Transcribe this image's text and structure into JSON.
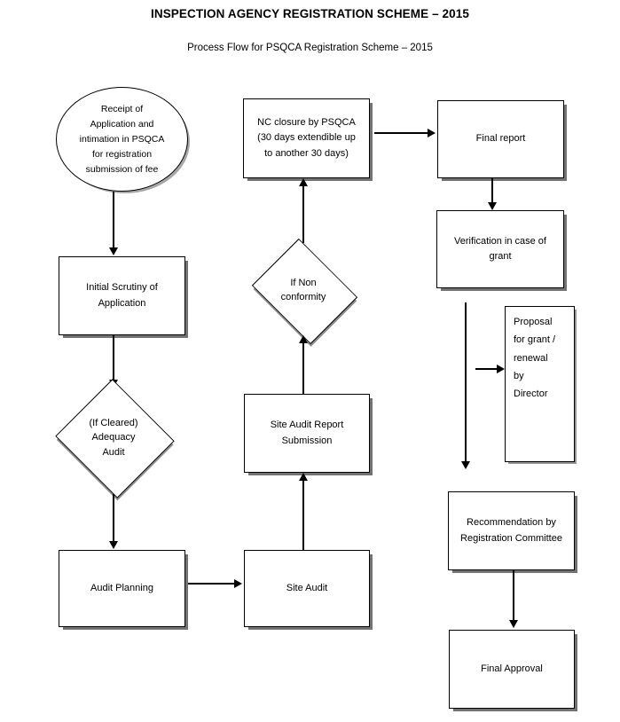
{
  "document": {
    "title_main": "INSPECTION AGENCY REGISTRATION SCHEME – 2015",
    "title_sub": "Process Flow for PSQCA Registration Scheme – 2015"
  },
  "flowchart": {
    "type": "flowchart",
    "nodes": [
      {
        "id": "receipt",
        "shape": "ellipse",
        "label": "Receipt of Application and intimation in PSQCA for registration submission of fee"
      },
      {
        "id": "initial-scrutiny",
        "shape": "rectangle",
        "label": "Initial Scrutiny of Application"
      },
      {
        "id": "adequacy-audit",
        "shape": "diamond",
        "label": "(If Cleared) Adequacy Audit"
      },
      {
        "id": "audit-planning",
        "shape": "rectangle",
        "label": "Audit Planning"
      },
      {
        "id": "site-audit",
        "shape": "rectangle",
        "label": "Site Audit"
      },
      {
        "id": "site-audit-report",
        "shape": "rectangle",
        "label": "Site Audit Report Submission"
      },
      {
        "id": "non-conformity",
        "shape": "diamond",
        "label": "If Non conformity"
      },
      {
        "id": "nc-closure",
        "shape": "rectangle",
        "label": "NC closure by PSQCA (30 days extendible up to another 30 days)"
      },
      {
        "id": "final-report",
        "shape": "rectangle",
        "label": "Final report"
      },
      {
        "id": "verification",
        "shape": "rectangle",
        "label": "Verification in case of grant"
      },
      {
        "id": "proposal",
        "shape": "rectangle",
        "label": "Proposal for grant / renewal by Director"
      },
      {
        "id": "recommendation",
        "shape": "rectangle",
        "label": "Recommendation by Registration Committee"
      },
      {
        "id": "final-approval",
        "shape": "rectangle",
        "label": "Final Approval"
      }
    ],
    "edges": [
      {
        "from": "receipt",
        "to": "initial-scrutiny",
        "direction": "down"
      },
      {
        "from": "initial-scrutiny",
        "to": "adequacy-audit",
        "direction": "down"
      },
      {
        "from": "adequacy-audit",
        "to": "audit-planning",
        "direction": "down"
      },
      {
        "from": "audit-planning",
        "to": "site-audit",
        "direction": "right"
      },
      {
        "from": "site-audit",
        "to": "site-audit-report",
        "direction": "up"
      },
      {
        "from": "site-audit-report",
        "to": "non-conformity",
        "direction": "up"
      },
      {
        "from": "non-conformity",
        "to": "nc-closure",
        "direction": "up"
      },
      {
        "from": "nc-closure",
        "to": "final-report",
        "direction": "right"
      },
      {
        "from": "final-report",
        "to": "verification",
        "direction": "down"
      },
      {
        "from": "verification",
        "to": "proposal",
        "direction": "down-right"
      },
      {
        "from": "verification",
        "to": "recommendation",
        "direction": "down"
      },
      {
        "from": "recommendation",
        "to": "final-approval",
        "direction": "down"
      }
    ]
  },
  "labels": {
    "receipt": "Receipt of\nApplication and\nintimation in PSQCA\nfor registration\nsubmission of fee",
    "receipt_lines": [
      "Receipt of",
      "Application and",
      "intimation in PSQCA",
      "for registration",
      "submission of fee"
    ],
    "initial_scrutiny": "Initial Scrutiny of Application",
    "adequacy_audit_lines": [
      "(If Cleared)",
      "Adequacy",
      "Audit"
    ],
    "audit_planning": "Audit Planning",
    "site_audit": "Site Audit",
    "site_audit_report": "Site Audit Report Submission",
    "non_conformity_lines": [
      "If Non",
      "conformity"
    ],
    "nc_closure_lines": [
      "NC closure by PSQCA",
      "(30 days extendible up",
      "to another 30 days)"
    ],
    "final_report": "Final report",
    "verification": "Verification in case of grant",
    "proposal_lines": [
      "Proposal",
      "for grant /",
      "renewal",
      "by",
      "Director"
    ],
    "recommendation": "Recommendation by Registration Committee",
    "final_approval": "Final Approval"
  },
  "colors": {
    "stroke": "#000000",
    "background": "#ffffff",
    "shadow": "#5a5a5a"
  }
}
